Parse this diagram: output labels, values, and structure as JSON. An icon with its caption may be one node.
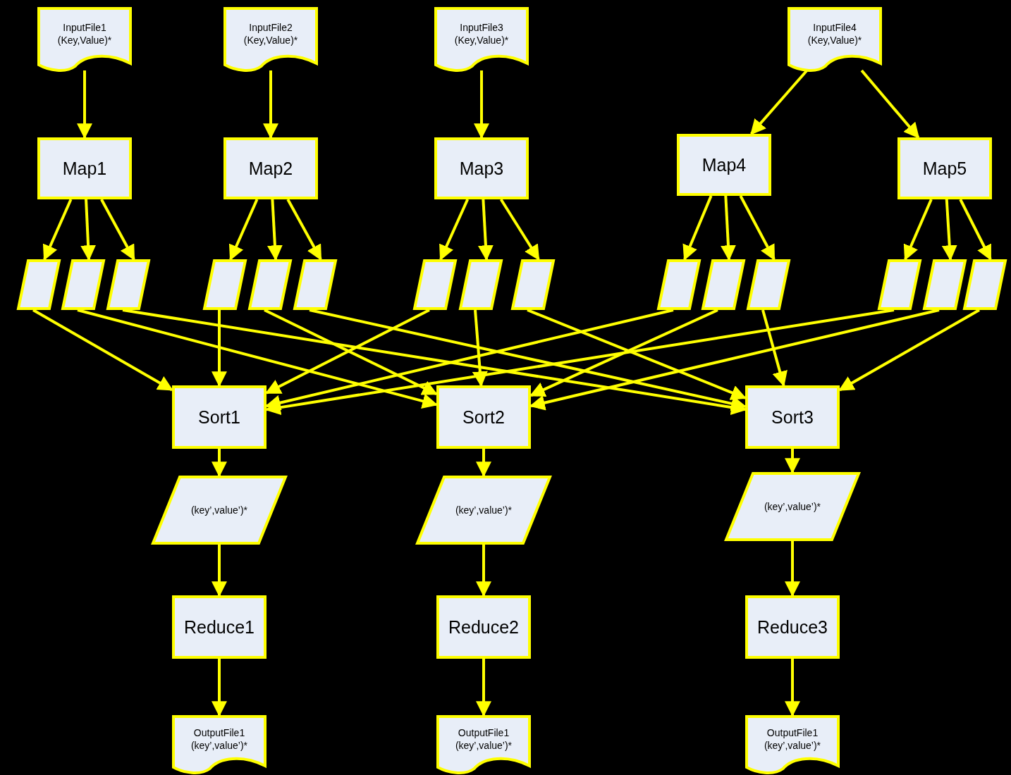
{
  "diagram": {
    "nodes": [
      {
        "text": [
          "InputFile1 (Key,Value)*"
        ]
      },
      {
        "text": [
          "InputFile2 (Key,Value)*"
        ]
      },
      {
        "text": [
          "InputFile3 (Key,Value)*"
        ]
      },
      {
        "text": [
          "InputFile4 (Key,Value)*"
        ]
      },
      {
        "text": [
          "Map1"
        ]
      },
      {
        "text": [
          "Map2"
        ]
      },
      {
        "text": [
          "Map3"
        ]
      },
      {
        "text": [
          "Map4"
        ]
      },
      {
        "text": [
          "Map5"
        ]
      },
      {
        "text": [],
        "shape": "parallelogram"
      },
      {
        "text": [],
        "shape": "parallelogram"
      },
      {
        "text": [],
        "shape": "parallelogram"
      },
      {
        "text": [],
        "shape": "parallelogram"
      },
      {
        "text": [],
        "shape": "parallelogram"
      },
      {
        "text": [],
        "shape": "parallelogram"
      },
      {
        "text": [],
        "shape": "parallelogram"
      },
      {
        "text": [],
        "shape": "parallelogram"
      },
      {
        "text": [],
        "shape": "parallelogram"
      },
      {
        "text": [],
        "shape": "parallelogram"
      },
      {
        "text": [],
        "shape": "parallelogram"
      },
      {
        "text": [],
        "shape": "parallelogram"
      },
      {
        "text": [],
        "shape": "parallelogram"
      },
      {
        "text": [],
        "shape": "parallelogram"
      },
      {
        "text": [],
        "shape": "parallelogram"
      },
      {
        "text": [
          "Sort1"
        ]
      },
      {
        "text": [
          "Sort2"
        ]
      },
      {
        "text": [
          "Sort3"
        ]
      },
      {
        "text": [
          "(key’,value’)*"
        ]
      },
      {
        "text": [
          "(key’,value’)*"
        ]
      },
      {
        "text": [
          "(key’,value’)*"
        ]
      },
      {
        "text": [
          "Reduce1"
        ]
      },
      {
        "text": [
          "Reduce2"
        ]
      },
      {
        "text": [
          "Reduce3"
        ]
      },
      {
        "text": [
          "OutputFile1 (key’,value’)*"
        ]
      },
      {
        "text": [
          "OutputFile1 (key’,value’)*"
        ]
      },
      {
        "text": [
          "OutputFile1 (key’,value’)*"
        ]
      }
    ],
    "edges": [
      {
        "from": 0,
        "to": 4,
        "arrow": "to"
      },
      {
        "from": 1,
        "to": 5,
        "arrow": "to"
      },
      {
        "from": 2,
        "to": 6,
        "arrow": "to"
      },
      {
        "from": 3,
        "to": 7,
        "arrow": "to"
      },
      {
        "from": 3,
        "to": 8,
        "arrow": "to"
      },
      {
        "from": 4,
        "to": 9,
        "arrow": "to"
      },
      {
        "from": 4,
        "to": 10,
        "arrow": "to"
      },
      {
        "from": 4,
        "to": 11,
        "arrow": "to"
      },
      {
        "from": 5,
        "to": 12,
        "arrow": "to"
      },
      {
        "from": 5,
        "to": 13,
        "arrow": "to"
      },
      {
        "from": 5,
        "to": 14,
        "arrow": "to"
      },
      {
        "from": 6,
        "to": 15,
        "arrow": "to"
      },
      {
        "from": 6,
        "to": 16,
        "arrow": "to"
      },
      {
        "from": 6,
        "to": 17,
        "arrow": "to"
      },
      {
        "from": 7,
        "to": 18,
        "arrow": "to"
      },
      {
        "from": 7,
        "to": 19,
        "arrow": "to"
      },
      {
        "from": 7,
        "to": 20,
        "arrow": "to"
      },
      {
        "from": 8,
        "to": 21,
        "arrow": "to"
      },
      {
        "from": 8,
        "to": 22,
        "arrow": "to"
      },
      {
        "from": 8,
        "to": 23,
        "arrow": "to"
      },
      {
        "from": 9,
        "to": 24,
        "arrow": "to"
      },
      {
        "from": 10,
        "to": 25,
        "arrow": "to"
      },
      {
        "from": 11,
        "to": 26,
        "arrow": "to"
      },
      {
        "from": 12,
        "to": 24,
        "arrow": "to"
      },
      {
        "from": 13,
        "to": 25,
        "arrow": "to"
      },
      {
        "from": 14,
        "to": 26,
        "arrow": "to"
      },
      {
        "from": 15,
        "to": 24,
        "arrow": "to"
      },
      {
        "from": 16,
        "to": 25,
        "arrow": "to"
      },
      {
        "from": 17,
        "to": 26,
        "arrow": "to"
      },
      {
        "from": 18,
        "to": 24,
        "arrow": "to"
      },
      {
        "from": 19,
        "to": 25,
        "arrow": "to"
      },
      {
        "from": 20,
        "to": 26,
        "arrow": "to"
      },
      {
        "from": 21,
        "to": 24,
        "arrow": "to"
      },
      {
        "from": 22,
        "to": 25,
        "arrow": "to"
      },
      {
        "from": 23,
        "to": 26,
        "arrow": "to"
      },
      {
        "from": 24,
        "to": 27,
        "arrow": "to"
      },
      {
        "from": 25,
        "to": 28,
        "arrow": "to"
      },
      {
        "from": 26,
        "to": 29,
        "arrow": "to"
      },
      {
        "from": 27,
        "to": 30,
        "arrow": "to"
      },
      {
        "from": 28,
        "to": 31,
        "arrow": "to"
      },
      {
        "from": 29,
        "to": 32,
        "arrow": "to"
      },
      {
        "from": 30,
        "to": 33,
        "arrow": "to"
      },
      {
        "from": 31,
        "to": 34,
        "arrow": "to"
      },
      {
        "from": 32,
        "to": 35,
        "arrow": "to"
      }
    ]
  }
}
